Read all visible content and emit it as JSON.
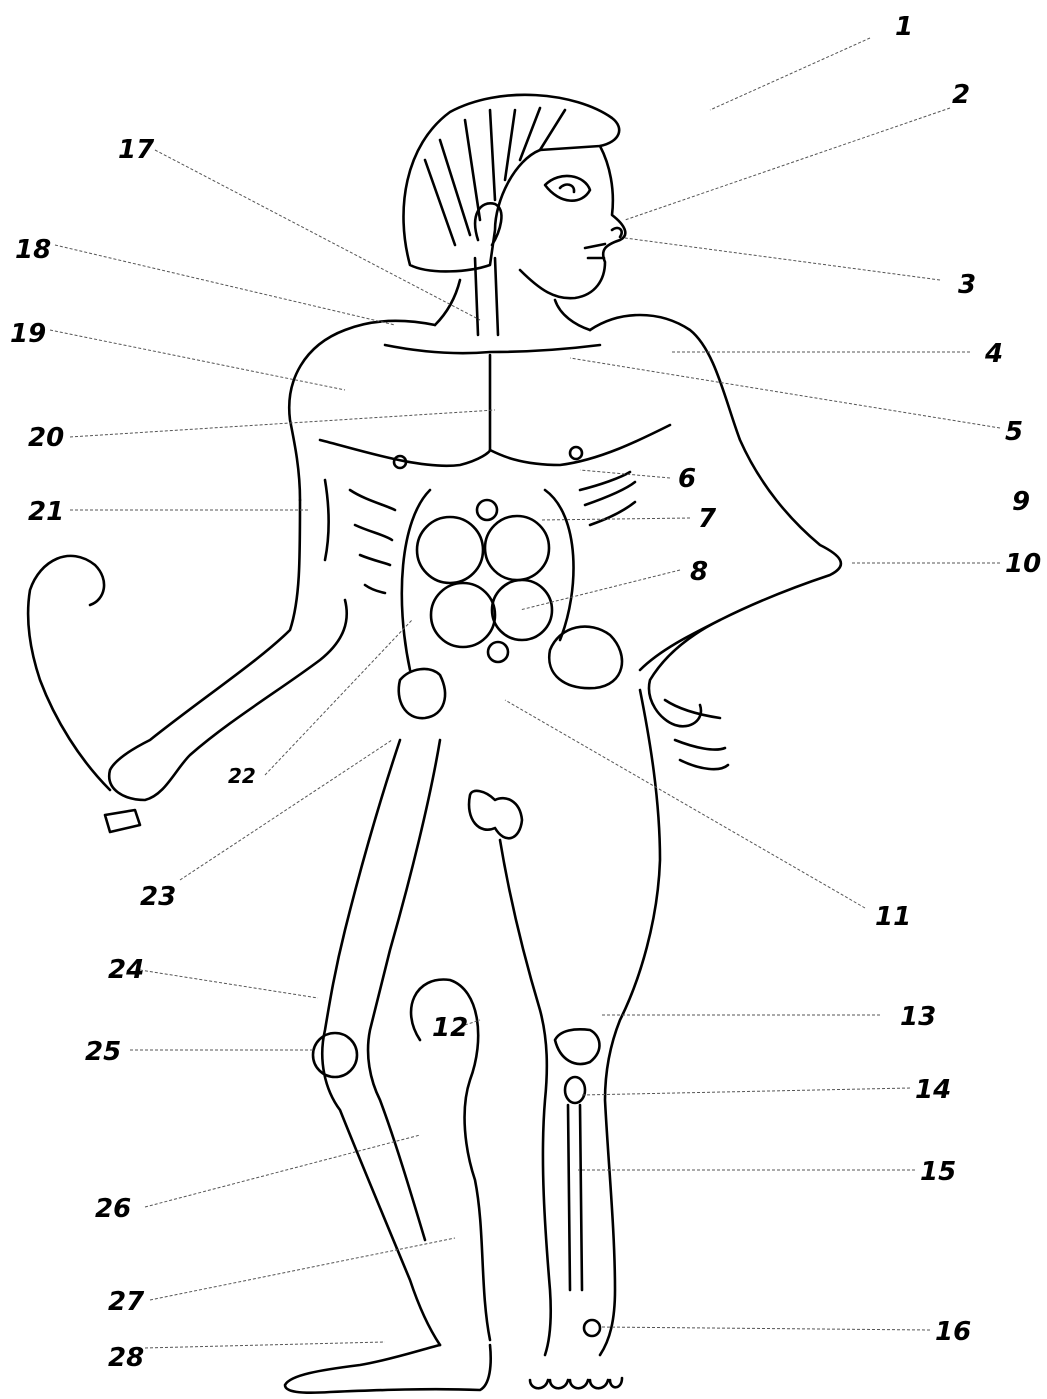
{
  "labels": {
    "l1": "1",
    "l2": "2",
    "l3": "3",
    "l4": "4",
    "l5": "5",
    "l6": "6",
    "l7": "7",
    "l8": "8",
    "l9": "9",
    "l10": "10",
    "l11": "11",
    "l12": "12",
    "l13": "13",
    "l14": "14",
    "l15": "15",
    "l16": "16",
    "l17": "17",
    "l18": "18",
    "l19": "19",
    "l20": "20",
    "l21": "21",
    "l22": "22",
    "l23": "23",
    "l24": "24",
    "l25": "25",
    "l26": "26",
    "l27": "27",
    "l28": "28"
  },
  "colors": {
    "ink": "#000000",
    "leader": "#555555",
    "background": "#ffffff"
  }
}
